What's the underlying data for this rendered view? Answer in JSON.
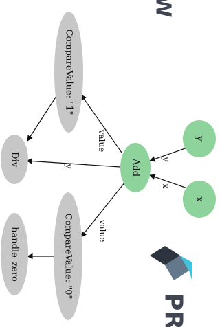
{
  "diagram": {
    "nodes": {
      "compare_value_1": {
        "label": "CompareValue: \"1\"",
        "fill": "#c7c7c7"
      },
      "compare_value_0": {
        "label": "CompareValue: \"0\"",
        "fill": "#c7c7c7"
      },
      "div": {
        "label": "Div",
        "fill": "#c7c7c7"
      },
      "handle_zero": {
        "label": "handle_zero",
        "fill": "#c7c7c7"
      },
      "add": {
        "label": "Add",
        "fill": "#8fd39c"
      },
      "y": {
        "label": "y",
        "fill": "#8fd39c"
      },
      "x": {
        "label": "x",
        "fill": "#8fd39c"
      }
    },
    "edges": {
      "add_to_compare1": {
        "label": "value"
      },
      "add_to_div": {
        "label": "y"
      },
      "add_to_compare0": {
        "label": "value"
      },
      "y_to_add": {
        "label": "y"
      },
      "x_to_add": {
        "label": "x"
      }
    }
  },
  "brand": {
    "top_fragment": "W",
    "bottom_fragment": "PR",
    "logo_colors": [
      "#2d3440",
      "#63788a",
      "#3ec5dd"
    ]
  }
}
